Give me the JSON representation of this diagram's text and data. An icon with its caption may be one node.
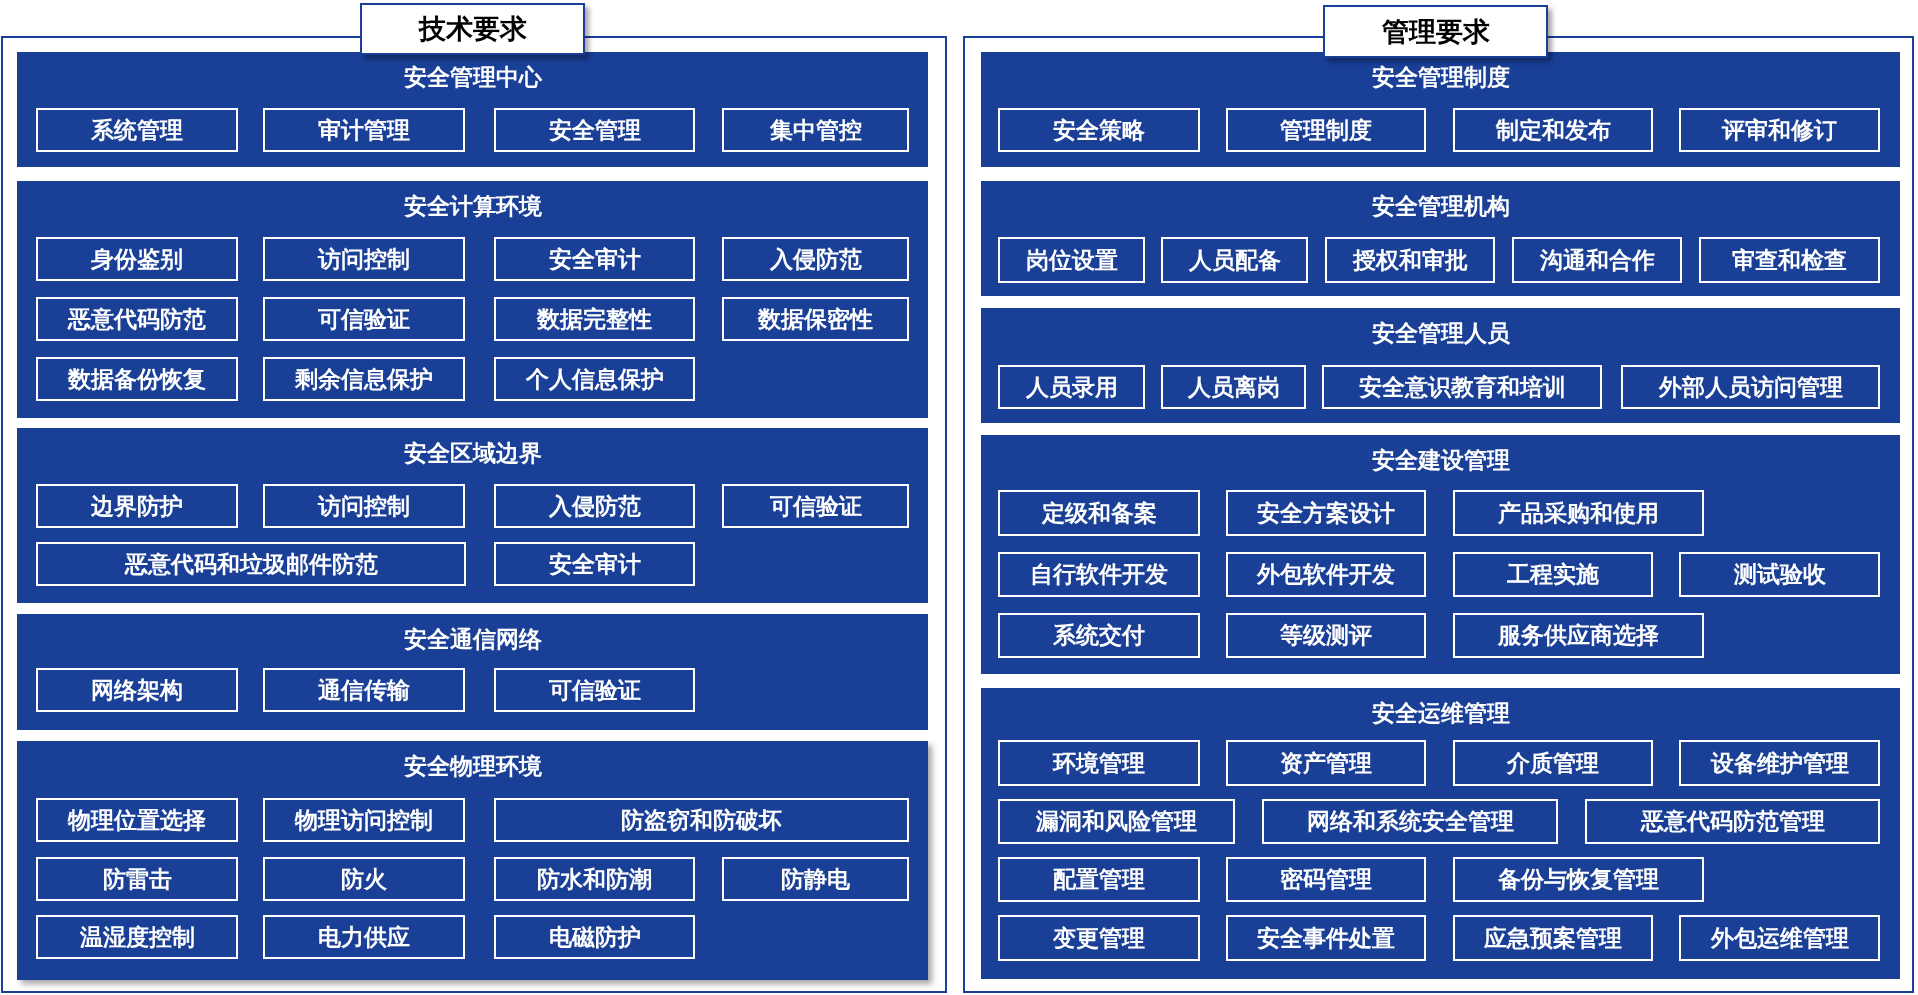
{
  "diagram": {
    "nodes": [
      {
        "text": [
          "技术要求"
        ]
      },
      {
        "text": [
          "安全管理中心"
        ],
        "in": 0
      },
      {
        "text": [
          "系统管理"
        ],
        "in": 1
      },
      {
        "text": [
          "审计管理"
        ],
        "in": 1
      },
      {
        "text": [
          "安全管理"
        ],
        "in": 1
      },
      {
        "text": [
          "集中管控"
        ],
        "in": 1
      },
      {
        "text": [
          "安全计算环境"
        ],
        "in": 0
      },
      {
        "text": [
          "身份鉴别"
        ],
        "in": 6
      },
      {
        "text": [
          "访问控制"
        ],
        "in": 6
      },
      {
        "text": [
          "安全审计"
        ],
        "in": 6
      },
      {
        "text": [
          "入侵防范"
        ],
        "in": 6
      },
      {
        "text": [
          "恶意代码防范"
        ],
        "in": 6
      },
      {
        "text": [
          "可信验证"
        ],
        "in": 6
      },
      {
        "text": [
          "数据完整性"
        ],
        "in": 6
      },
      {
        "text": [
          "数据保密性"
        ],
        "in": 6
      },
      {
        "text": [
          "数据备份恢复"
        ],
        "in": 6
      },
      {
        "text": [
          "剩余信息保护"
        ],
        "in": 6
      },
      {
        "text": [
          "个人信息保护"
        ],
        "in": 6
      },
      {
        "text": [
          "安全区域边界"
        ],
        "in": 0
      },
      {
        "text": [
          "边界防护"
        ],
        "in": 18
      },
      {
        "text": [
          "访问控制"
        ],
        "in": 18
      },
      {
        "text": [
          "入侵防范"
        ],
        "in": 18
      },
      {
        "text": [
          "可信验证"
        ],
        "in": 18
      },
      {
        "text": [
          "恶意代码和垃圾邮件防范"
        ],
        "in": 18
      },
      {
        "text": [
          "安全审计"
        ],
        "in": 18
      },
      {
        "text": [
          "安全通信网络"
        ],
        "in": 0
      },
      {
        "text": [
          "网络架构"
        ],
        "in": 25
      },
      {
        "text": [
          "通信传输"
        ],
        "in": 25
      },
      {
        "text": [
          "可信验证"
        ],
        "in": 25
      },
      {
        "text": [
          "安全物理环境"
        ],
        "in": 0
      },
      {
        "text": [
          "物理位置选择"
        ],
        "in": 29
      },
      {
        "text": [
          "物理访问控制"
        ],
        "in": 29
      },
      {
        "text": [
          "防盗窃和防破坏"
        ],
        "in": 29
      },
      {
        "text": [
          "防雷击"
        ],
        "in": 29
      },
      {
        "text": [
          "防火"
        ],
        "in": 29
      },
      {
        "text": [
          "防水和防潮"
        ],
        "in": 29
      },
      {
        "text": [
          "防静电"
        ],
        "in": 29
      },
      {
        "text": [
          "温湿度控制"
        ],
        "in": 29
      },
      {
        "text": [
          "电力供应"
        ],
        "in": 29
      },
      {
        "text": [
          "电磁防护"
        ],
        "in": 29
      },
      {
        "text": [
          "管理要求"
        ]
      },
      {
        "text": [
          "安全管理制度"
        ],
        "in": 40
      },
      {
        "text": [
          "安全策略"
        ],
        "in": 41
      },
      {
        "text": [
          "管理制度"
        ],
        "in": 41
      },
      {
        "text": [
          "制定和发布"
        ],
        "in": 41
      },
      {
        "text": [
          "评审和修订"
        ],
        "in": 41
      },
      {
        "text": [
          "安全管理机构"
        ],
        "in": 40
      },
      {
        "text": [
          "岗位设置"
        ],
        "in": 46
      },
      {
        "text": [
          "人员配备"
        ],
        "in": 46
      },
      {
        "text": [
          "授权和审批"
        ],
        "in": 46
      },
      {
        "text": [
          "沟通和合作"
        ],
        "in": 46
      },
      {
        "text": [
          "审查和检查"
        ],
        "in": 46
      },
      {
        "text": [
          "安全管理人员"
        ],
        "in": 40
      },
      {
        "text": [
          "人员录用"
        ],
        "in": 52
      },
      {
        "text": [
          "人员离岗"
        ],
        "in": 52
      },
      {
        "text": [
          "安全意识教育和培训"
        ],
        "in": 52
      },
      {
        "text": [
          "外部人员访问管理"
        ],
        "in": 52
      },
      {
        "text": [
          "安全建设管理"
        ],
        "in": 40
      },
      {
        "text": [
          "定级和备案"
        ],
        "in": 57
      },
      {
        "text": [
          "安全方案设计"
        ],
        "in": 57
      },
      {
        "text": [
          "产品采购和使用"
        ],
        "in": 57
      },
      {
        "text": [
          "自行软件开发"
        ],
        "in": 57
      },
      {
        "text": [
          "外包软件开发"
        ],
        "in": 57
      },
      {
        "text": [
          "工程实施"
        ],
        "in": 57
      },
      {
        "text": [
          "测试验收"
        ],
        "in": 57
      },
      {
        "text": [
          "系统交付"
        ],
        "in": 57
      },
      {
        "text": [
          "等级测评"
        ],
        "in": 57
      },
      {
        "text": [
          "服务供应商选择"
        ],
        "in": 57
      },
      {
        "text": [
          "安全运维管理"
        ],
        "in": 40
      },
      {
        "text": [
          "环境管理"
        ],
        "in": 68
      },
      {
        "text": [
          "资产管理"
        ],
        "in": 68
      },
      {
        "text": [
          "介质管理"
        ],
        "in": 68
      },
      {
        "text": [
          "设备维护管理"
        ],
        "in": 68
      },
      {
        "text": [
          "漏洞和风险管理"
        ],
        "in": 68
      },
      {
        "text": [
          "网络和系统安全管理"
        ],
        "in": 68
      },
      {
        "text": [
          "恶意代码防范管理"
        ],
        "in": 68
      },
      {
        "text": [
          "配置管理"
        ],
        "in": 68
      },
      {
        "text": [
          "密码管理"
        ],
        "in": 68
      },
      {
        "text": [
          "备份与恢复管理"
        ],
        "in": 68
      },
      {
        "text": [
          "变更管理"
        ],
        "in": 68
      },
      {
        "text": [
          "安全事件处置"
        ],
        "in": 68
      },
      {
        "text": [
          "应急预案管理"
        ],
        "in": 68
      },
      {
        "text": [
          "外包运维管理"
        ],
        "in": 68
      }
    ]
  }
}
